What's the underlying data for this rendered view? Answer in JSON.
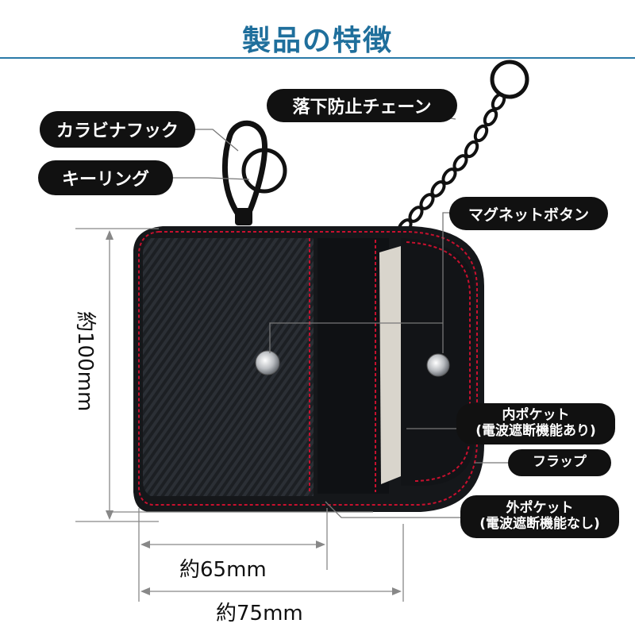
{
  "header": {
    "title": "製品の特徴"
  },
  "callouts": {
    "carabiner": "カラビナフック",
    "keyring": "キーリング",
    "chain": "落下防止チェーン",
    "magnet": "マグネットボタン",
    "inner_pocket_line1": "内ポケット",
    "inner_pocket_line2": "(電波遮断機能あり)",
    "flap": "フラップ",
    "outer_pocket_line1": "外ポケット",
    "outer_pocket_line2": "(電波遮断機能なし)"
  },
  "dimensions": {
    "height": "約100mm",
    "width_inner": "約65mm",
    "width_outer": "約75mm"
  },
  "colors": {
    "title": "#1f6f9c",
    "stitch": "#c8102e",
    "pouch": "#15171a"
  }
}
